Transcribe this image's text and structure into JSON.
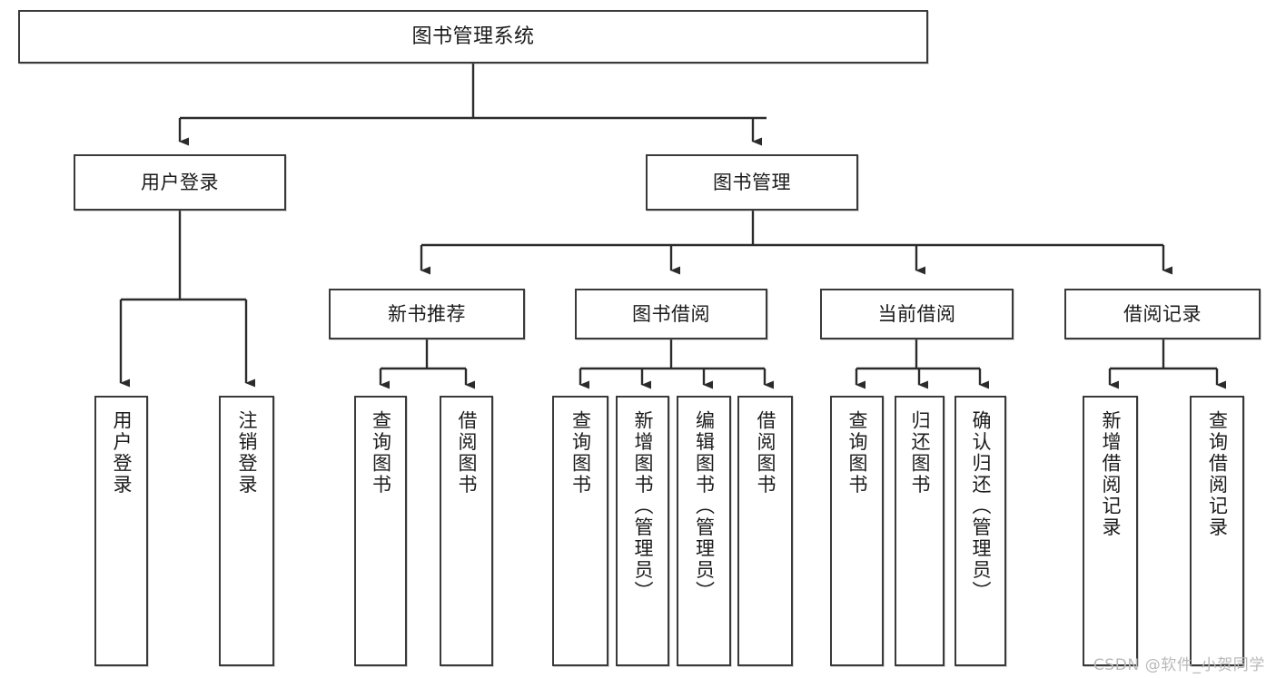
{
  "diagram": {
    "title": "图书管理系统",
    "type": "tree-structure-chart",
    "watermark": "CSDN @软件_小贺同学",
    "line_color": "#3a3a3a",
    "background_color": "#ffffff",
    "nodes": {
      "root": {
        "label": "图书管理系统"
      },
      "level2": [
        {
          "id": "user-login",
          "label": "用户登录"
        },
        {
          "id": "book-manage",
          "label": "图书管理"
        }
      ],
      "level3": [
        {
          "id": "new-book-recommend",
          "label": "新书推荐"
        },
        {
          "id": "book-borrow",
          "label": "图书借阅"
        },
        {
          "id": "current-borrow",
          "label": "当前借阅"
        },
        {
          "id": "borrow-record",
          "label": "借阅记录"
        }
      ],
      "leaves": {
        "user-login": [
          {
            "id": "leaf-user-login",
            "label": "用户登录"
          },
          {
            "id": "leaf-logout-login",
            "label": "注销登录"
          }
        ],
        "new-book-recommend": [
          {
            "id": "leaf-query-book-1",
            "label": "查询图书"
          },
          {
            "id": "leaf-borrow-book-1",
            "label": "借阅图书"
          }
        ],
        "book-borrow": [
          {
            "id": "leaf-query-book-2",
            "label": "查询图书"
          },
          {
            "id": "leaf-add-book",
            "label": "新增图书（管理员）"
          },
          {
            "id": "leaf-edit-book",
            "label": "编辑图书（管理员）"
          },
          {
            "id": "leaf-borrow-book-2",
            "label": "借阅图书"
          }
        ],
        "current-borrow": [
          {
            "id": "leaf-query-book-3",
            "label": "查询图书"
          },
          {
            "id": "leaf-return-book",
            "label": "归还图书"
          },
          {
            "id": "leaf-confirm-return",
            "label": "确认归还（管理员）"
          }
        ],
        "borrow-record": [
          {
            "id": "leaf-add-record",
            "label": "新增借阅记录"
          },
          {
            "id": "leaf-query-record",
            "label": "查询借阅记录"
          }
        ]
      }
    }
  }
}
